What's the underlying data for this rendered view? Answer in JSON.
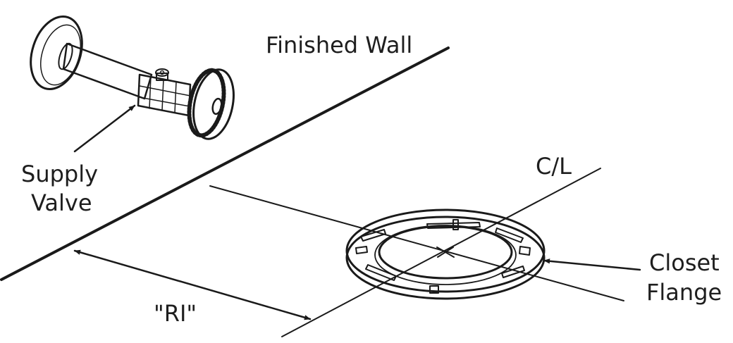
{
  "labels": {
    "finished_wall": "Finished Wall",
    "supply_valve_line1": "Supply",
    "supply_valve_line2": "Valve",
    "centerline": "C/L",
    "closet_flange_line1": "Closet",
    "closet_flange_line2": "Flange",
    "rough_in": "\"RI\""
  },
  "colors": {
    "ink": "#1a1a1a",
    "background": "#ffffff"
  }
}
